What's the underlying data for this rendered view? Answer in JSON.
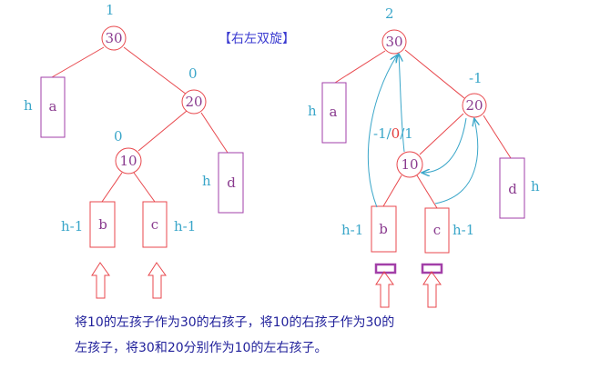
{
  "title": "【右左双旋】",
  "left_tree": {
    "root": {
      "key": "30",
      "bf": "1"
    },
    "mid": {
      "key": "20",
      "bf": "0"
    },
    "low": {
      "key": "10",
      "bf": "0"
    },
    "subtree_a": {
      "label": "a",
      "height": "h"
    },
    "subtree_b": {
      "label": "b",
      "height": "h-1"
    },
    "subtree_c": {
      "label": "c",
      "height": "h-1"
    },
    "subtree_d": {
      "label": "d",
      "height": "h"
    }
  },
  "right_tree": {
    "root": {
      "key": "30",
      "bf": "2"
    },
    "mid": {
      "key": "20",
      "bf": "-1"
    },
    "low": {
      "key": "10",
      "bf_parts": [
        "-1/",
        "0",
        "/1"
      ]
    },
    "subtree_a": {
      "label": "a",
      "height": "h"
    },
    "subtree_b": {
      "label": "b",
      "height": "h-1"
    },
    "subtree_c": {
      "label": "c",
      "height": "h-1"
    },
    "subtree_d": {
      "label": "d",
      "height": "h"
    }
  },
  "caption": {
    "line1": "将10的左孩子作为30的右孩子，将10的右孩子作为30的",
    "line2": "左孩子，将30和20分别作为10的左右孩子。"
  },
  "colors": {
    "node": "#e8474c",
    "edge": "#e8474c",
    "label_cyan": "#3aa6c9",
    "purple": "#a23fa8",
    "text_purple": "#8a3b8f",
    "caption": "#1f1f9a",
    "red_bf": "#e33b3b"
  }
}
